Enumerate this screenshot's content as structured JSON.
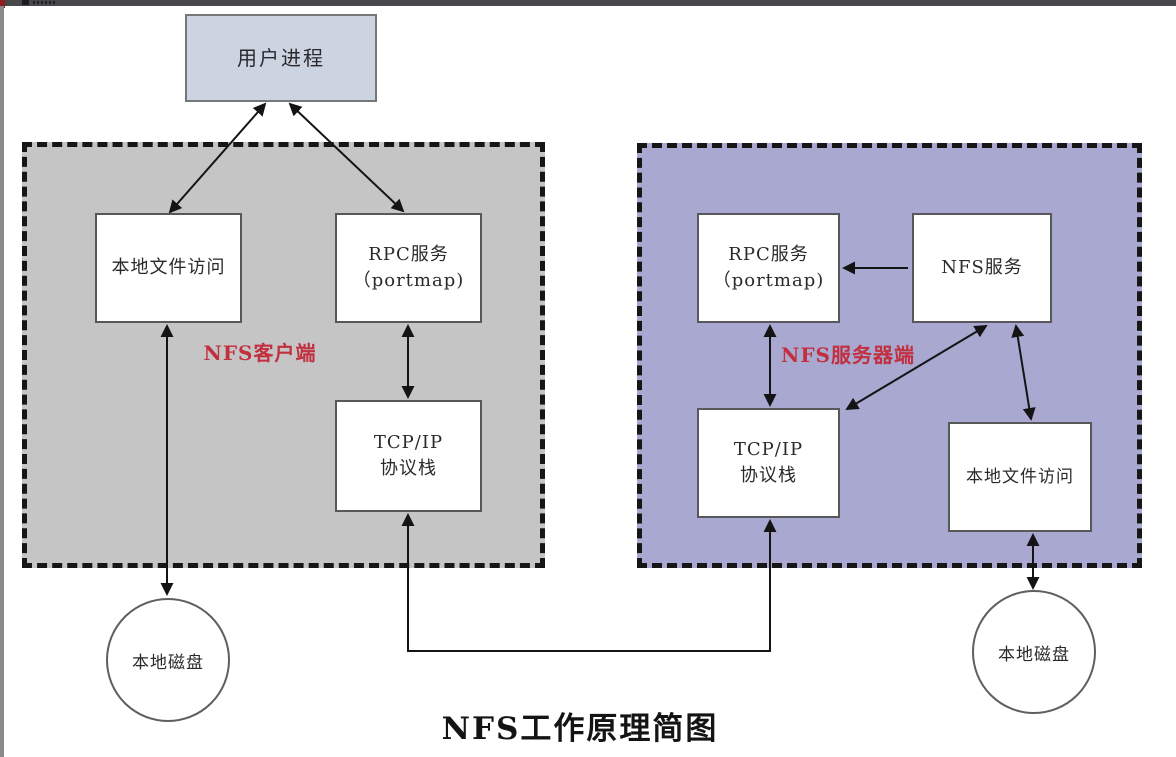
{
  "diagram": {
    "title": "NFS工作原理简图",
    "user_process": "用户进程",
    "client": {
      "label": "NFS客户端",
      "local_file_access": "本地文件访问",
      "rpc_line1": "RPC服务",
      "rpc_line2": "（portmap)",
      "tcpip_line1": "TCP/IP",
      "tcpip_line2": "协议栈",
      "disk": "本地磁盘"
    },
    "server": {
      "label": "NFS服务器端",
      "rpc_line1": "RPC服务",
      "rpc_line2": "（portmap)",
      "nfs_service": "NFS服务",
      "tcpip_line1": "TCP/IP",
      "tcpip_line2": "协议栈",
      "local_file_access": "本地文件访问",
      "disk": "本地磁盘"
    },
    "colors": {
      "client_region_fill": "#c5c5c5",
      "server_region_fill": "#a8a8d0",
      "user_process_fill": "#ccd3e1",
      "region_label_red": "#c22f3f",
      "line_black": "#141414"
    }
  }
}
